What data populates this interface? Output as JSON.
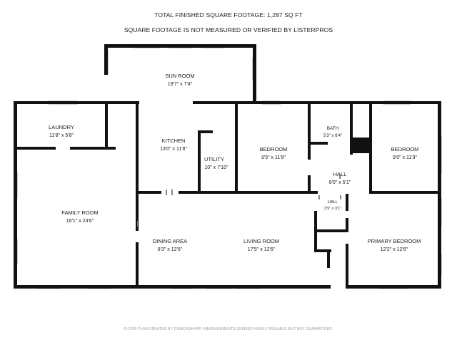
{
  "header": {
    "total_line": "TOTAL FINISHED SQUARE FOOTAGE: 1,287 SQ FT",
    "disclaimer_line": "SQUARE FOOTAGE IS NOT MEASURED OR VERIFIED BY LISTERPROS"
  },
  "rooms": {
    "sun_room": {
      "name": "SUN ROOM",
      "dims": "19'7\" x 7'4\""
    },
    "laundry": {
      "name": "LAUNDRY",
      "dims": "11'8\" x 5'8\""
    },
    "kitchen": {
      "name": "KITCHEN",
      "dims": "13'0\" x 11'8\""
    },
    "utility": {
      "name": "UTILITY",
      "dims": "10\" x 7'10\""
    },
    "bedroom_center": {
      "name": "BEDROOM",
      "dims": "9'5\" x 11'8\""
    },
    "bath": {
      "name": "BATH",
      "dims": "5'3\" x 6'4\""
    },
    "bedroom_right": {
      "name": "BEDROOM",
      "dims": "9'0\" x 11'9\""
    },
    "hall_main": {
      "name": "HALL",
      "dims": "8'0\" x 5'1\""
    },
    "hall_small": {
      "name": "HALL",
      "dims": "3'9\" x 3'1\""
    },
    "family_room": {
      "name": "FAMILY ROOM",
      "dims": "16'1\" x 24'6\""
    },
    "dining_area": {
      "name": "DINING AREA",
      "dims": "8'3\" x 12'6\""
    },
    "living_room": {
      "name": "LIVING ROOM",
      "dims": "17'5\" x 12'6\""
    },
    "primary_bedroom": {
      "name": "PRIMARY BEDROOM",
      "dims": "12'2\" x 12'6\""
    }
  },
  "footer": {
    "credit": "FLOOR PLAN CREATED BY CUBICASA APP. MEASUREMENTS DEEMED HIGHLY RELIABLE BUT NOT GUARANTEED."
  },
  "colors": {
    "wall": "#111111",
    "window": "#8a8a8a",
    "text": "#1a1a1a",
    "footer": "#9a9a9a"
  }
}
